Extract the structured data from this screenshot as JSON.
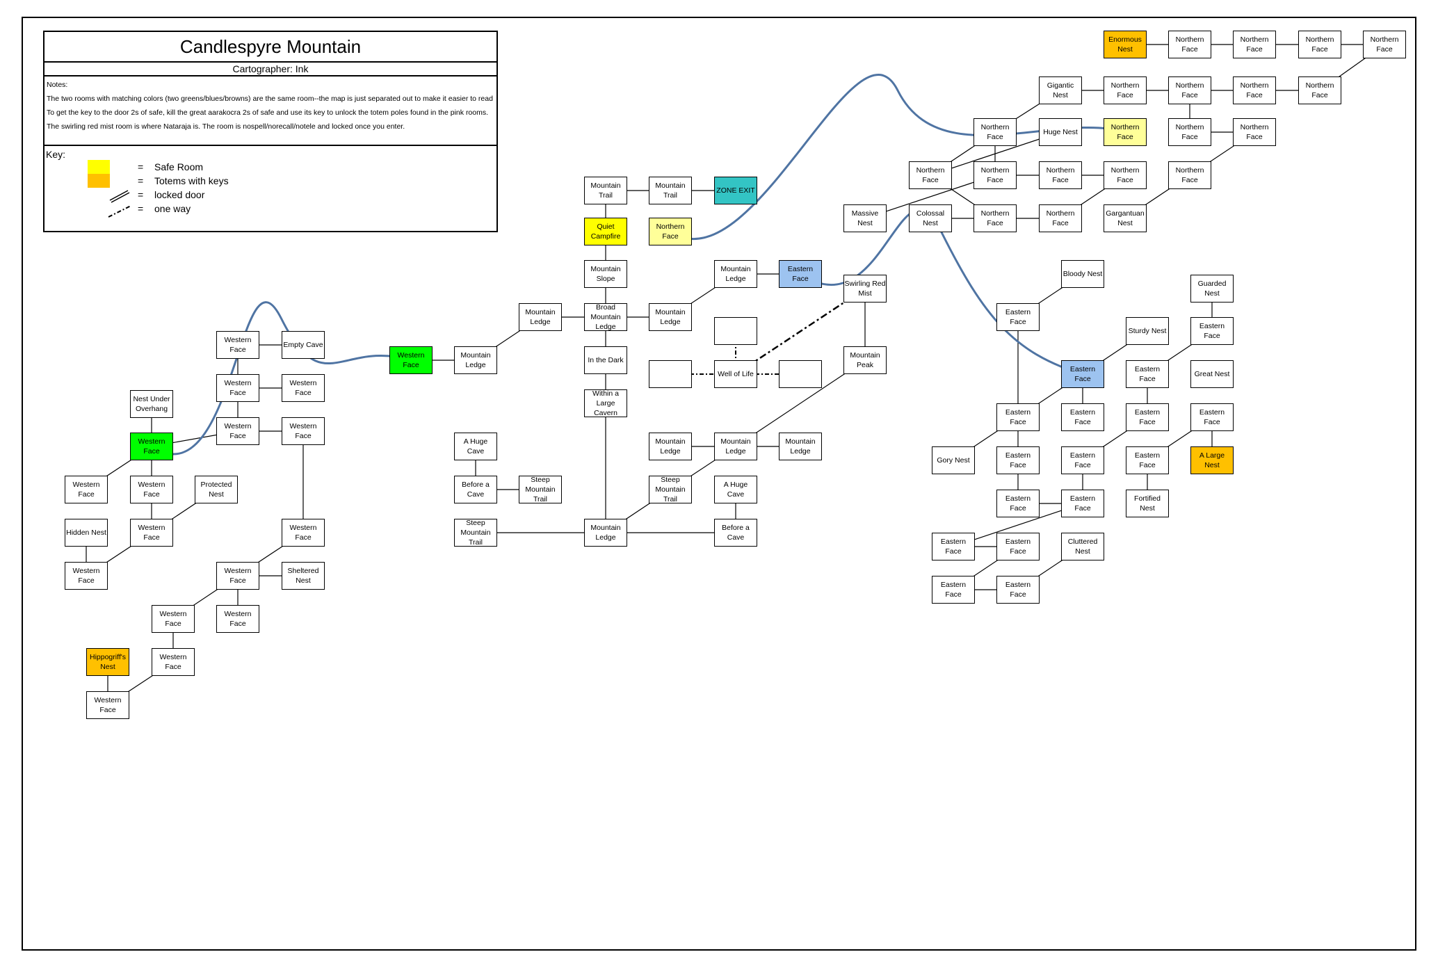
{
  "map": {
    "title": "Candlespyre Mountain",
    "cartographer": "Cartographer: Ink",
    "notes_label": "Notes:",
    "notes": [
      "The two rooms with matching colors (two greens/blues/browns) are the same room--the map is just separated out to make it easier to read",
      "To get the key to the door 2s of safe, kill the great aarakocra 2s of safe and use its key to unlock the totem poles found in the pink rooms.",
      "The swirling red mist room is where Nataraja is. The room is nospell/norecall/notele and locked once you enter."
    ],
    "key_label": "Key:",
    "key": [
      {
        "eq": "=",
        "label": "Safe Room",
        "color": "#ffff00"
      },
      {
        "eq": "=",
        "label": "Totems with keys",
        "color": "#ffc000"
      },
      {
        "eq": "=",
        "label": "locked door",
        "icon": "locked-door-icon"
      },
      {
        "eq": "=",
        "label": "one way",
        "icon": "one-way-icon"
      }
    ]
  },
  "colors": {
    "safe": "#ffff00",
    "totem": "#ffc000",
    "light_yellow": "#ffff99",
    "green": "#00ff00",
    "blue": "#9dc3f0",
    "teal": "#33c4c4",
    "connector_curve": "#4f74a3"
  },
  "rooms": [
    {
      "id": "w1",
      "label": "Western Face"
    },
    {
      "id": "empty_cave",
      "label": "Empty Cave"
    },
    {
      "id": "w2",
      "label": "Western Face"
    },
    {
      "id": "w3",
      "label": "Western Face"
    },
    {
      "id": "nest_under_overhang",
      "label": "Nest Under Overhang"
    },
    {
      "id": "w4",
      "label": "Western Face"
    },
    {
      "id": "w5",
      "label": "Western Face"
    },
    {
      "id": "w_green",
      "label": "Western Face",
      "color": "green"
    },
    {
      "id": "w6",
      "label": "Western Face"
    },
    {
      "id": "w7",
      "label": "Western Face"
    },
    {
      "id": "protected_nest",
      "label": "Protected Nest"
    },
    {
      "id": "hidden_nest",
      "label": "Hidden Nest"
    },
    {
      "id": "w8",
      "label": "Western Face"
    },
    {
      "id": "w9",
      "label": "Western Face"
    },
    {
      "id": "w10",
      "label": "Western Face"
    },
    {
      "id": "w11",
      "label": "Western Face"
    },
    {
      "id": "sheltered_nest",
      "label": "Sheltered Nest"
    },
    {
      "id": "w12",
      "label": "Western Face"
    },
    {
      "id": "w13",
      "label": "Western Face"
    },
    {
      "id": "hippogriff_nest",
      "label": "Hippogriff's Nest",
      "color": "totem"
    },
    {
      "id": "w14",
      "label": "Western Face"
    },
    {
      "id": "w15",
      "label": "Western Face"
    },
    {
      "id": "w_green2",
      "label": "Western Face",
      "color": "green"
    },
    {
      "id": "ml1",
      "label": "Mountain Ledge"
    },
    {
      "id": "ml2",
      "label": "Mountain Ledge"
    },
    {
      "id": "broad_ledge",
      "label": "Broad Mountain Ledge"
    },
    {
      "id": "slope",
      "label": "Mountain Slope"
    },
    {
      "id": "quiet_campfire",
      "label": "Quiet Campfire",
      "color": "safe"
    },
    {
      "id": "trail1",
      "label": "Mountain Trail"
    },
    {
      "id": "trail2",
      "label": "Mountain Trail"
    },
    {
      "id": "zone_exit",
      "label": "ZONE EXIT",
      "color": "teal"
    },
    {
      "id": "n_face_yellow",
      "label": "Northern Face",
      "color": "light_yellow"
    },
    {
      "id": "ml3",
      "label": "Mountain Ledge"
    },
    {
      "id": "ml4",
      "label": "Mountain Ledge"
    },
    {
      "id": "e_face_blue",
      "label": "Eastern Face",
      "color": "blue"
    },
    {
      "id": "in_the_dark",
      "label": "In the Dark"
    },
    {
      "id": "within_cavern",
      "label": "Within a Large Cavern"
    },
    {
      "id": "swirling_mist",
      "label": "Swirling Red Mist"
    },
    {
      "id": "blank1",
      "label": ""
    },
    {
      "id": "blank2",
      "label": ""
    },
    {
      "id": "well_of_life",
      "label": "Well of Life"
    },
    {
      "id": "blank3",
      "label": ""
    },
    {
      "id": "mountain_peak",
      "label": "Mountain Peak"
    },
    {
      "id": "huge_cave1",
      "label": "A Huge Cave"
    },
    {
      "id": "before_cave1",
      "label": "Before a Cave"
    },
    {
      "id": "steep_trail1",
      "label": "Steep Mountain Trail"
    },
    {
      "id": "steep_trail2",
      "label": "Steep Mountain Trail"
    },
    {
      "id": "ml5",
      "label": "Mountain Ledge"
    },
    {
      "id": "ml6",
      "label": "Mountain Ledge"
    },
    {
      "id": "ml7",
      "label": "Mountain Ledge"
    },
    {
      "id": "steep_trail3",
      "label": "Steep Mountain Trail"
    },
    {
      "id": "huge_cave2",
      "label": "A Huge Cave"
    },
    {
      "id": "ml8",
      "label": "Mountain Ledge"
    },
    {
      "id": "before_cave2",
      "label": "Before a Cave"
    },
    {
      "id": "enormous_nest",
      "label": "Enormous Nest",
      "color": "totem"
    },
    {
      "id": "n1",
      "label": "Northern Face"
    },
    {
      "id": "n2",
      "label": "Northern Face"
    },
    {
      "id": "n3",
      "label": "Northern Face"
    },
    {
      "id": "n4",
      "label": "Northern Face"
    },
    {
      "id": "gigantic_nest",
      "label": "Gigantic Nest"
    },
    {
      "id": "n5",
      "label": "Northern Face"
    },
    {
      "id": "n6",
      "label": "Northern Face"
    },
    {
      "id": "n7",
      "label": "Northern Face"
    },
    {
      "id": "n8",
      "label": "Northern Face"
    },
    {
      "id": "n9",
      "label": "Northern Face"
    },
    {
      "id": "huge_nest",
      "label": "Huge Nest"
    },
    {
      "id": "n_face_yellow2",
      "label": "Northern Face",
      "color": "light_yellow"
    },
    {
      "id": "n10",
      "label": "Northern Face"
    },
    {
      "id": "n11",
      "label": "Northern Face"
    },
    {
      "id": "n12",
      "label": "Northern Face"
    },
    {
      "id": "n13",
      "label": "Northern Face"
    },
    {
      "id": "n14",
      "label": "Northern Face"
    },
    {
      "id": "n15",
      "label": "Northern Face"
    },
    {
      "id": "n16",
      "label": "Northern Face"
    },
    {
      "id": "massive_nest",
      "label": "Massive Nest"
    },
    {
      "id": "colossal_nest",
      "label": "Colossal Nest"
    },
    {
      "id": "n17",
      "label": "Northern Face"
    },
    {
      "id": "n18",
      "label": "Northern Face"
    },
    {
      "id": "gargantuan_nest",
      "label": "Gargantuan Nest"
    },
    {
      "id": "bloody_nest",
      "label": "Bloody Nest"
    },
    {
      "id": "guarded_nest",
      "label": "Guarded Nest"
    },
    {
      "id": "e1",
      "label": "Eastern Face"
    },
    {
      "id": "sturdy_nest",
      "label": "Sturdy Nest"
    },
    {
      "id": "e2",
      "label": "Eastern Face"
    },
    {
      "id": "e_face_blue2",
      "label": "Eastern Face",
      "color": "blue"
    },
    {
      "id": "e3",
      "label": "Eastern Face"
    },
    {
      "id": "great_nest",
      "label": "Great Nest"
    },
    {
      "id": "e4",
      "label": "Eastern Face"
    },
    {
      "id": "e5",
      "label": "Eastern Face"
    },
    {
      "id": "e6",
      "label": "Eastern Face"
    },
    {
      "id": "e7",
      "label": "Eastern Face"
    },
    {
      "id": "gory_nest",
      "label": "Gory Nest"
    },
    {
      "id": "e8",
      "label": "Eastern Face"
    },
    {
      "id": "e9",
      "label": "Eastern Face"
    },
    {
      "id": "e10",
      "label": "Eastern Face"
    },
    {
      "id": "a_large_nest",
      "label": "A Large Nest",
      "color": "totem"
    },
    {
      "id": "e11",
      "label": "Eastern Face"
    },
    {
      "id": "e12",
      "label": "Eastern Face"
    },
    {
      "id": "fortified_nest",
      "label": "Fortified Nest"
    },
    {
      "id": "e13",
      "label": "Eastern Face"
    },
    {
      "id": "e14",
      "label": "Eastern Face"
    },
    {
      "id": "cluttered_nest",
      "label": "Cluttered Nest"
    },
    {
      "id": "e15",
      "label": "Eastern Face"
    },
    {
      "id": "e16",
      "label": "Eastern Face"
    }
  ],
  "links": [
    [
      "w1",
      "empty_cave"
    ],
    [
      "w1",
      "w2"
    ],
    [
      "w2",
      "w3"
    ],
    [
      "w2",
      "w4"
    ],
    [
      "w4",
      "w5"
    ],
    [
      "w4",
      "w_green"
    ],
    [
      "nest_under_overhang",
      "w_green"
    ],
    [
      "w_green",
      "w6"
    ],
    [
      "w_green",
      "w7"
    ],
    [
      "w7",
      "w8"
    ],
    [
      "protected_nest",
      "w8"
    ],
    [
      "w8",
      "w9"
    ],
    [
      "hidden_nest",
      "w9"
    ],
    [
      "w5",
      "w10"
    ],
    [
      "w10",
      "w11"
    ],
    [
      "w11",
      "sheltered_nest"
    ],
    [
      "w11",
      "w12"
    ],
    [
      "w11",
      "w13"
    ],
    [
      "w12",
      "w14"
    ],
    [
      "w14",
      "w15"
    ],
    [
      "hippogriff_nest",
      "w15"
    ],
    [
      "w_green2",
      "ml1"
    ],
    [
      "ml1",
      "ml2"
    ],
    [
      "ml2",
      "broad_ledge"
    ],
    [
      "broad_ledge",
      "slope"
    ],
    [
      "slope",
      "quiet_campfire"
    ],
    [
      "quiet_campfire",
      "trail1"
    ],
    [
      "trail1",
      "trail2"
    ],
    [
      "trail2",
      "zone_exit"
    ],
    [
      "broad_ledge",
      "ml3"
    ],
    [
      "ml3",
      "ml4"
    ],
    [
      "ml4",
      "e_face_blue"
    ],
    [
      "broad_ledge",
      "in_the_dark"
    ],
    [
      "in_the_dark",
      "within_cavern"
    ],
    [
      "within_cavern",
      "ml8"
    ],
    [
      "swirling_mist",
      "mountain_peak"
    ],
    [
      "mountain_peak",
      "ml6"
    ],
    [
      "ml5",
      "ml6"
    ],
    [
      "ml6",
      "ml7"
    ],
    [
      "ml6",
      "steep_trail3"
    ],
    [
      "steep_trail3",
      "ml8"
    ],
    [
      "huge_cave2",
      "before_cave2"
    ],
    [
      "ml8",
      "before_cave2"
    ],
    [
      "huge_cave1",
      "before_cave1"
    ],
    [
      "before_cave1",
      "steep_trail1"
    ],
    [
      "steep_trail2",
      "ml8"
    ],
    [
      "enormous_nest",
      "n1"
    ],
    [
      "n1",
      "n2"
    ],
    [
      "n2",
      "n3"
    ],
    [
      "n3",
      "n4"
    ],
    [
      "n4",
      "n8"
    ],
    [
      "n8",
      "n7"
    ],
    [
      "n7",
      "n6"
    ],
    [
      "n6",
      "n5"
    ],
    [
      "n5",
      "gigantic_nest"
    ],
    [
      "gigantic_nest",
      "n9"
    ],
    [
      "n6",
      "n10"
    ],
    [
      "n10",
      "n11"
    ],
    [
      "n9",
      "n13"
    ],
    [
      "n13",
      "n14"
    ],
    [
      "n11",
      "n15"
    ],
    [
      "n9",
      "n12"
    ],
    [
      "huge_nest",
      "n12"
    ],
    [
      "n12",
      "n17"
    ],
    [
      "n13",
      "massive_nest"
    ],
    [
      "colossal_nest",
      "n17"
    ],
    [
      "n17",
      "n18"
    ],
    [
      "n18",
      "n16"
    ],
    [
      "n14",
      "n16"
    ],
    [
      "n15",
      "gargantuan_nest"
    ],
    [
      "bloody_nest",
      "e1"
    ],
    [
      "e1",
      "e5"
    ],
    [
      "sturdy_nest",
      "e_face_blue2"
    ],
    [
      "e_face_blue2",
      "e5"
    ],
    [
      "e_face_blue2",
      "e6"
    ],
    [
      "guarded_nest",
      "e2"
    ],
    [
      "e2",
      "e3"
    ],
    [
      "e3",
      "e7"
    ],
    [
      "e5",
      "gory_nest"
    ],
    [
      "e7",
      "e10"
    ],
    [
      "e4",
      "a_large_nest"
    ],
    [
      "e4",
      "e11"
    ],
    [
      "e11",
      "fortified_nest"
    ],
    [
      "e5",
      "e8"
    ],
    [
      "e8",
      "e12"
    ],
    [
      "e9",
      "e12"
    ],
    [
      "e9",
      "e13"
    ],
    [
      "e13",
      "e14"
    ],
    [
      "e14",
      "e15"
    ],
    [
      "e15",
      "e16"
    ],
    [
      "cluttered_nest",
      "e16"
    ],
    [
      "e10",
      "e9"
    ]
  ],
  "locked_doors": [
    [
      "well_of_life",
      "swirling_mist"
    ]
  ],
  "one_way_links": [
    [
      "blank1",
      "well_of_life"
    ],
    [
      "blank2",
      "well_of_life"
    ],
    [
      "well_of_life",
      "blank3"
    ]
  ],
  "same_room_curves": [
    [
      "w_green",
      "w_green2"
    ],
    [
      "n_face_yellow",
      "n_face_yellow2"
    ],
    [
      "e_face_blue",
      "e_face_blue2"
    ]
  ]
}
